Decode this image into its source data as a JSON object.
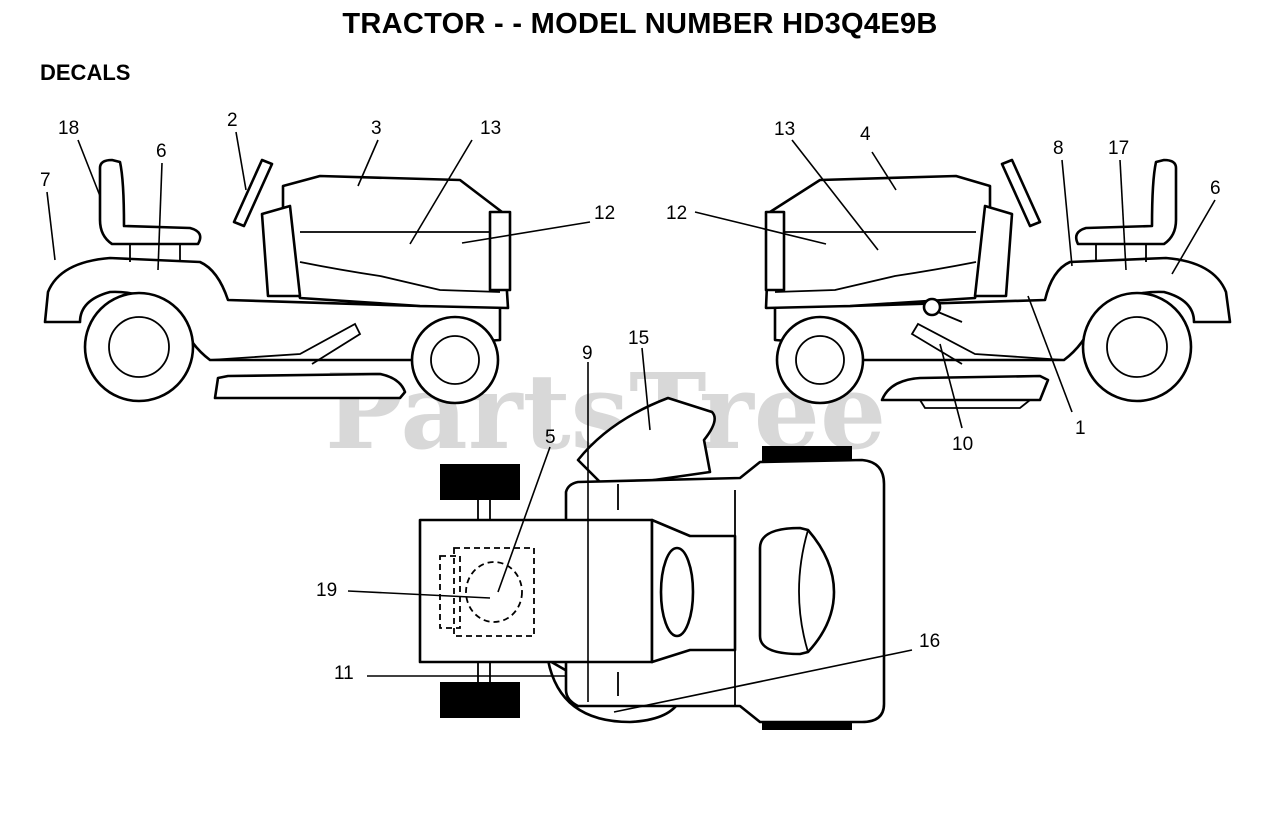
{
  "title": "TRACTOR - - MODEL NUMBER HD3Q4E9B",
  "section": "DECALS",
  "watermark": "PartsTree",
  "callouts": {
    "c18": "18",
    "c2": "2",
    "c3": "3",
    "c13a": "13",
    "c6a": "6",
    "c7": "7",
    "c12a": "12",
    "c13b": "13",
    "c4": "4",
    "c8": "8",
    "c17": "17",
    "c6b": "6",
    "c12b": "12",
    "c1": "1",
    "c10": "10",
    "c9": "9",
    "c15": "15",
    "c5": "5",
    "c19": "19",
    "c11": "11",
    "c16": "16"
  }
}
